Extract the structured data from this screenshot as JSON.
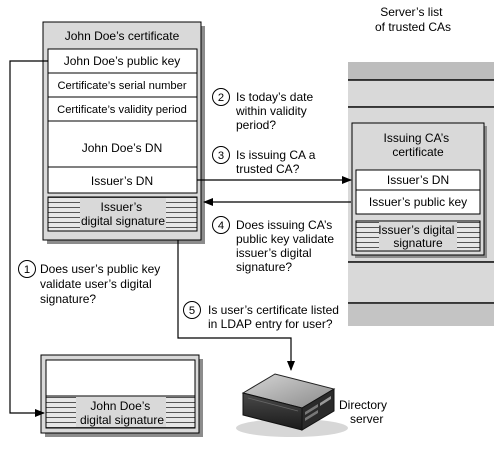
{
  "colors": {
    "box_shadow": "#8c8c8c",
    "box_fill": "#d9d9d9",
    "cell_fill": "#ffffff",
    "stripe": "#e6e6e6",
    "stripe_line": "#555555",
    "line": "#000000"
  },
  "icons": {
    "step_marker": "numbered-circle-icon",
    "server": "directory-server-icon"
  },
  "certificate": {
    "title": "John Doe’s certificate",
    "public_key": "John Doe’s public key",
    "serial_number": "Certificate’s serial number",
    "validity_period": "Certificate’s validity period",
    "dn": "John Doe’s DN",
    "issuer_dn": "Issuer’s DN",
    "issuer_signature": [
      "Issuer’s",
      "digital signature"
    ]
  },
  "trusted_list": {
    "title": [
      "Server’s list",
      "of trusted CAs"
    ]
  },
  "issuing_ca": {
    "title": [
      "Issuing CA’s",
      "certificate"
    ],
    "issuer_dn": "Issuer’s DN",
    "public_key": "Issuer’s public key",
    "signature": [
      "Issuer’s digital",
      "signature"
    ]
  },
  "signed_data": {
    "signature": [
      "John Doe’s",
      "digital signature"
    ]
  },
  "steps": [
    {
      "number": "1",
      "lines": [
        "Does user’s public key",
        "validate user’s digital",
        "signature?"
      ]
    },
    {
      "number": "2",
      "lines": [
        "Is today’s date",
        "within validity",
        "period?"
      ]
    },
    {
      "number": "3",
      "lines": [
        "Is issuing CA a",
        "trusted CA?"
      ]
    },
    {
      "number": "4",
      "lines": [
        "Does issuing CA’s",
        "public key validate",
        "issuer’s digital",
        "signature?"
      ]
    },
    {
      "number": "5",
      "lines": [
        "Is user’s certificate listed",
        "in LDAP entry for user?"
      ]
    }
  ],
  "directory_server": {
    "label": [
      "Directory",
      "server"
    ]
  }
}
